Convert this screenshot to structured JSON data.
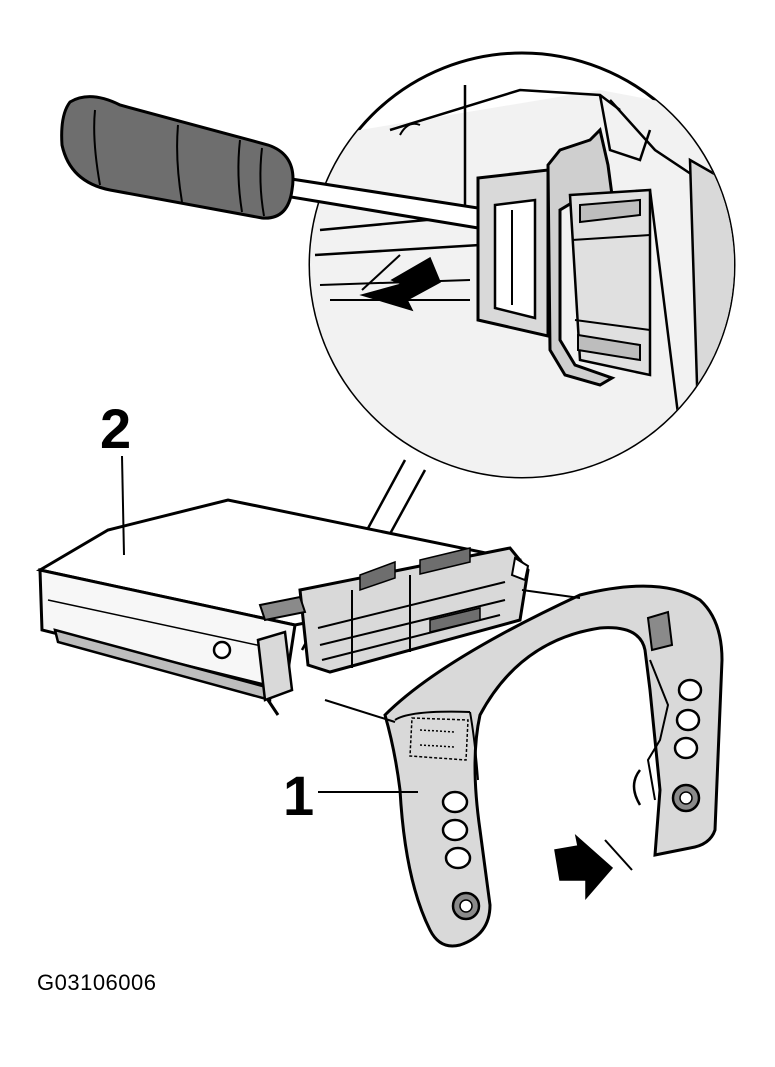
{
  "callouts": {
    "part1": "1",
    "part2": "2"
  },
  "caption": "G03106006",
  "colors": {
    "outline": "#000000",
    "light_gray": "#d9d9d9",
    "mid_gray": "#bdbdbd",
    "dark_gray": "#8a8a8a",
    "handle": "#6e6e6e",
    "background": "#ffffff"
  },
  "icons": [
    "screwdriver",
    "arrow-left",
    "arrow-right",
    "detail-magnifier-circle"
  ]
}
